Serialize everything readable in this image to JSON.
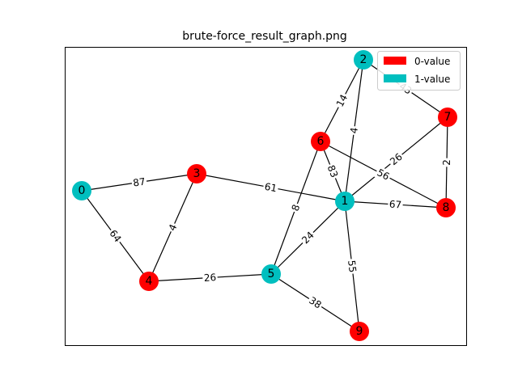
{
  "title": "brute-force_result_graph.png",
  "legend": {
    "placement": "top-right",
    "items": [
      {
        "label": "0-value",
        "color": "#ff0000"
      },
      {
        "label": "1-value",
        "color": "#00bfbf"
      }
    ]
  },
  "colors": {
    "0": "#ff0000",
    "1": "#00bfbf",
    "edge": "#000000",
    "frame": "#000000"
  },
  "nodes": [
    {
      "id": "0",
      "label": "0",
      "value": 1
    },
    {
      "id": "1",
      "label": "1",
      "value": 1
    },
    {
      "id": "2",
      "label": "2",
      "value": 1
    },
    {
      "id": "3",
      "label": "3",
      "value": 0
    },
    {
      "id": "4",
      "label": "4",
      "value": 0
    },
    {
      "id": "5",
      "label": "5",
      "value": 1
    },
    {
      "id": "6",
      "label": "6",
      "value": 0
    },
    {
      "id": "7",
      "label": "7",
      "value": 0
    },
    {
      "id": "8",
      "label": "8",
      "value": 0
    },
    {
      "id": "9",
      "label": "9",
      "value": 0
    }
  ],
  "edges": [
    {
      "from": "0",
      "to": "3",
      "weight": "87"
    },
    {
      "from": "0",
      "to": "4",
      "weight": "64"
    },
    {
      "from": "3",
      "to": "4",
      "weight": "4"
    },
    {
      "from": "3",
      "to": "1",
      "weight": "61"
    },
    {
      "from": "4",
      "to": "5",
      "weight": "26"
    },
    {
      "from": "5",
      "to": "6",
      "weight": "8"
    },
    {
      "from": "5",
      "to": "1",
      "weight": "24"
    },
    {
      "from": "5",
      "to": "9",
      "weight": "38"
    },
    {
      "from": "2",
      "to": "6",
      "weight": "14"
    },
    {
      "from": "2",
      "to": "1",
      "weight": "4"
    },
    {
      "from": "2",
      "to": "7",
      "weight": "43"
    },
    {
      "from": "6",
      "to": "1",
      "weight": "83"
    },
    {
      "from": "6",
      "to": "8",
      "weight": "56"
    },
    {
      "from": "7",
      "to": "1",
      "weight": "26"
    },
    {
      "from": "7",
      "to": "8",
      "weight": "2"
    },
    {
      "from": "1",
      "to": "8",
      "weight": "67"
    },
    {
      "from": "1",
      "to": "9",
      "weight": "55"
    }
  ]
}
